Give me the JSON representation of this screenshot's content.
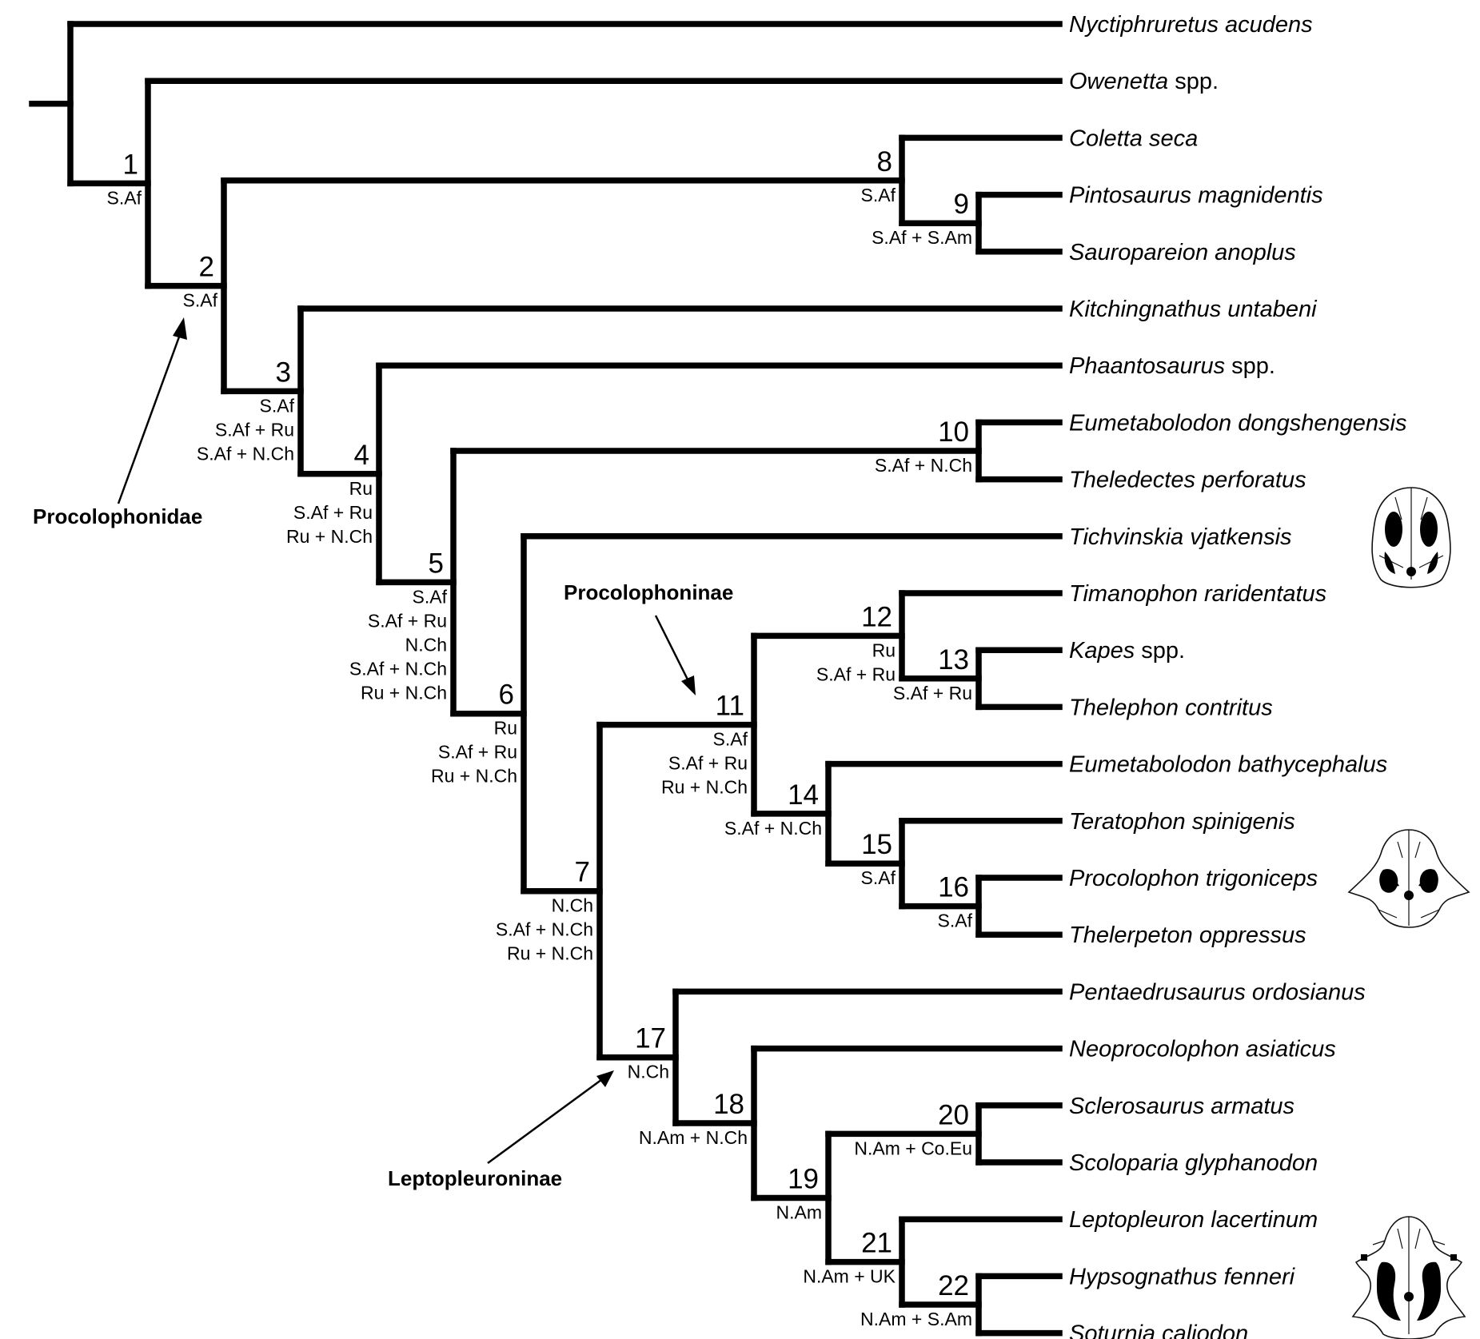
{
  "taxa": [
    {
      "id": "t1",
      "genus": "Nyctiphruretus acudens",
      "suffix": ""
    },
    {
      "id": "t2",
      "genus": "Owenetta",
      "suffix": " spp."
    },
    {
      "id": "t3",
      "genus": "Coletta seca",
      "suffix": ""
    },
    {
      "id": "t4",
      "genus": "Pintosaurus magnidentis",
      "suffix": ""
    },
    {
      "id": "t5",
      "genus": "Sauropareion anoplus",
      "suffix": ""
    },
    {
      "id": "t6",
      "genus": "Kitchingnathus untabeni",
      "suffix": ""
    },
    {
      "id": "t7",
      "genus": "Phaantosaurus",
      "suffix": " spp."
    },
    {
      "id": "t8",
      "genus": "Eumetabolodon dongshengensis",
      "suffix": ""
    },
    {
      "id": "t9",
      "genus": "Theledectes perforatus",
      "suffix": ""
    },
    {
      "id": "t10",
      "genus": "Tichvinskia vjatkensis",
      "suffix": ""
    },
    {
      "id": "t11",
      "genus": "Timanophon raridentatus",
      "suffix": ""
    },
    {
      "id": "t12",
      "genus": "Kapes",
      "suffix": " spp."
    },
    {
      "id": "t13",
      "genus": "Thelephon contritus",
      "suffix": ""
    },
    {
      "id": "t14",
      "genus": "Eumetabolodon bathycephalus",
      "suffix": ""
    },
    {
      "id": "t15",
      "genus": "Teratophon spinigenis",
      "suffix": ""
    },
    {
      "id": "t16",
      "genus": "Procolophon trigoniceps",
      "suffix": ""
    },
    {
      "id": "t17",
      "genus": "Thelerpeton oppressus",
      "suffix": ""
    },
    {
      "id": "t18",
      "genus": "Pentaedrusaurus ordosianus",
      "suffix": ""
    },
    {
      "id": "t19",
      "genus": "Neoprocolophon asiaticus",
      "suffix": ""
    },
    {
      "id": "t20",
      "genus": "Sclerosaurus armatus",
      "suffix": ""
    },
    {
      "id": "t21",
      "genus": "Scoloparia glyphanodon",
      "suffix": ""
    },
    {
      "id": "t22",
      "genus": "Leptopleuron lacertinum",
      "suffix": ""
    },
    {
      "id": "t23",
      "genus": "Hypsognathus fenneri",
      "suffix": ""
    },
    {
      "id": "t24",
      "genus": "Soturnia caliodon",
      "suffix": ""
    }
  ],
  "nodes": [
    {
      "number": "1",
      "areas": [
        "S.Af"
      ]
    },
    {
      "number": "2",
      "areas": [
        "S.Af"
      ]
    },
    {
      "number": "3",
      "areas": [
        "S.Af",
        "S.Af + Ru",
        "S.Af + N.Ch"
      ]
    },
    {
      "number": "4",
      "areas": [
        "Ru",
        "S.Af + Ru",
        "Ru + N.Ch"
      ]
    },
    {
      "number": "5",
      "areas": [
        "S.Af",
        "S.Af + Ru",
        "N.Ch",
        "S.Af + N.Ch",
        "Ru + N.Ch"
      ]
    },
    {
      "number": "6",
      "areas": [
        "Ru",
        "S.Af + Ru",
        "Ru + N.Ch"
      ]
    },
    {
      "number": "7",
      "areas": [
        "N.Ch",
        "S.Af + N.Ch",
        "Ru + N.Ch"
      ]
    },
    {
      "number": "8",
      "areas": [
        "S.Af"
      ]
    },
    {
      "number": "9",
      "areas": [
        "S.Af + S.Am"
      ]
    },
    {
      "number": "10",
      "areas": [
        "S.Af + N.Ch"
      ]
    },
    {
      "number": "11",
      "areas": [
        "S.Af",
        "S.Af + Ru",
        "Ru + N.Ch"
      ]
    },
    {
      "number": "12",
      "areas": [
        "Ru",
        "S.Af + Ru"
      ]
    },
    {
      "number": "13",
      "areas": [
        "S.Af + Ru"
      ]
    },
    {
      "number": "14",
      "areas": [
        "S.Af + N.Ch"
      ]
    },
    {
      "number": "15",
      "areas": [
        "S.Af"
      ]
    },
    {
      "number": "16",
      "areas": [
        "S.Af"
      ]
    },
    {
      "number": "17",
      "areas": [
        "N.Ch"
      ]
    },
    {
      "number": "18",
      "areas": [
        "N.Am + N.Ch"
      ]
    },
    {
      "number": "19",
      "areas": [
        "N.Am"
      ]
    },
    {
      "number": "20",
      "areas": [
        "N.Am + Co.Eu"
      ]
    },
    {
      "number": "21",
      "areas": [
        "N.Am + UK"
      ]
    },
    {
      "number": "22",
      "areas": [
        "N.Am + S.Am"
      ]
    }
  ],
  "clades": {
    "procolophonidae": "Procolophonidae",
    "procolophoninae": "Procolophoninae",
    "leptopleuroninae": "Leptopleuroninae"
  },
  "icons": {
    "skull_top": "skull-dorsal-icon",
    "skull_middle": "skull-dorsal-icon",
    "skull_bottom": "skull-dorsal-icon"
  }
}
